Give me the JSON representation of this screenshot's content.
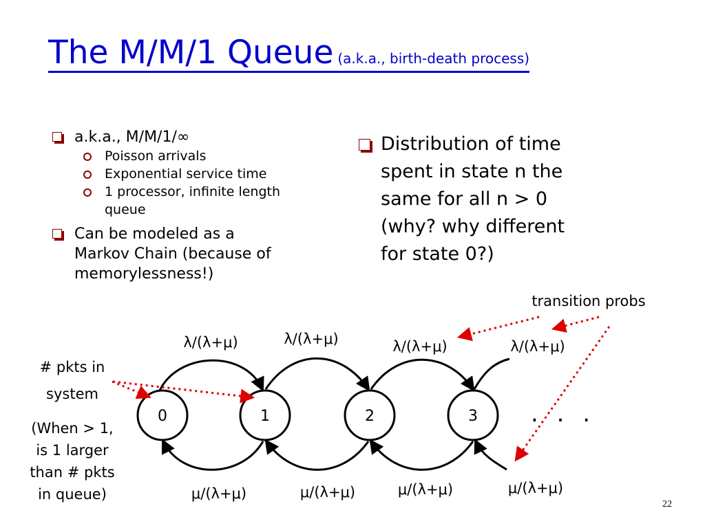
{
  "title": {
    "main": "The M/M/1 Queue",
    "subtitle": "(a.k.a., birth-death process)"
  },
  "left_bullets": [
    {
      "level": 1,
      "lines": [
        "a.k.a., M/M/1/∞"
      ]
    },
    {
      "level": 2,
      "lines": [
        "Poisson arrivals"
      ]
    },
    {
      "level": 2,
      "lines": [
        "Exponential service time"
      ]
    },
    {
      "level": 2,
      "lines": [
        "1 processor, infinite length",
        "queue"
      ]
    },
    {
      "level": 1,
      "lines": [
        "Can be modeled as a",
        "Markov Chain (because of",
        "memorylessness!)"
      ]
    }
  ],
  "right_bullets": [
    {
      "level": 1,
      "lines": [
        "Distribution of time",
        "spent in state n the",
        "same for all n > 0",
        "(why? why different",
        "for state 0?)"
      ]
    }
  ],
  "diagram": {
    "transition_label": "transition probs",
    "pkts_label_lines": [
      "# pkts in",
      "system"
    ],
    "note_lines": [
      "(When > 1,",
      "is 1 larger",
      "than # pkts",
      "in queue)"
    ],
    "states": [
      "0",
      "1",
      "2",
      "3"
    ],
    "ellipsis": ". . .",
    "arrival_labels": [
      "λ/(λ+μ)",
      "λ/(λ+μ)",
      "λ/(λ+μ)",
      "λ/(λ+μ)"
    ],
    "service_labels": [
      "μ/(λ+μ)",
      "μ/(λ+μ)",
      "μ/(λ+μ)",
      "μ/(λ+μ)"
    ]
  },
  "slide_number": "22",
  "colors": {
    "title": "#0000cc",
    "bullet": "#8b0000",
    "annotation_arrow": "#dd0000",
    "diagram_line": "#000000"
  }
}
